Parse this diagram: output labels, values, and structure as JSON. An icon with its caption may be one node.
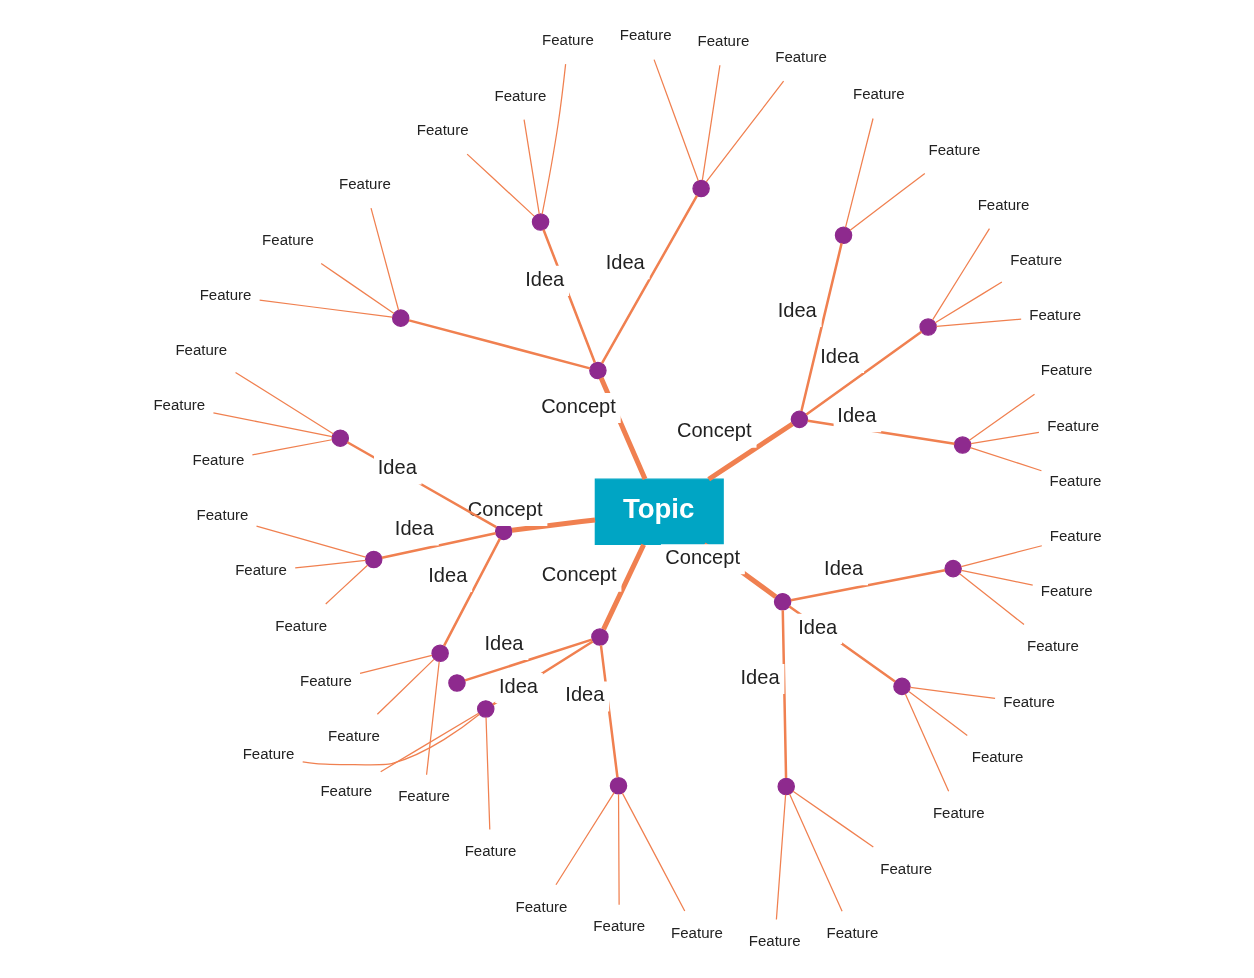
{
  "diagram": {
    "nodes": [
      {
        "text": [
          "Topic"
        ]
      },
      {
        "text": [],
        "shape": "circle"
      },
      {
        "text": [],
        "shape": "circle"
      },
      {
        "text": [],
        "shape": "circle"
      },
      {
        "text": [],
        "shape": "circle"
      },
      {
        "text": [],
        "shape": "circle"
      },
      {
        "text": [],
        "shape": "circle"
      },
      {
        "text": [],
        "shape": "circle"
      },
      {
        "text": [],
        "shape": "circle"
      },
      {
        "text": [],
        "shape": "circle"
      },
      {
        "text": [],
        "shape": "circle"
      },
      {
        "text": [],
        "shape": "circle"
      },
      {
        "text": [],
        "shape": "circle"
      },
      {
        "text": [],
        "shape": "circle"
      },
      {
        "text": [],
        "shape": "circle"
      },
      {
        "text": [],
        "shape": "circle"
      },
      {
        "text": [],
        "shape": "circle"
      },
      {
        "text": [],
        "shape": "circle"
      },
      {
        "text": [],
        "shape": "circle"
      },
      {
        "text": [],
        "shape": "circle"
      },
      {
        "text": [],
        "shape": "circle"
      },
      {
        "text": [
          "Feature"
        ]
      },
      {
        "text": [
          "Feature"
        ]
      },
      {
        "text": [
          "Feature"
        ]
      },
      {
        "text": [
          "Feature"
        ]
      },
      {
        "text": [
          "Feature"
        ]
      },
      {
        "text": [
          "Feature"
        ]
      },
      {
        "text": [
          "Feature"
        ]
      },
      {
        "text": [
          "Feature"
        ]
      },
      {
        "text": [
          "Feature"
        ]
      },
      {
        "text": [
          "Feature"
        ]
      },
      {
        "text": [
          "Feature"
        ]
      },
      {
        "text": [
          "Feature"
        ]
      },
      {
        "text": [
          "Feature"
        ]
      },
      {
        "text": [
          "Feature"
        ]
      },
      {
        "text": [
          "Feature"
        ]
      },
      {
        "text": [
          "Feature"
        ]
      },
      {
        "text": [
          "Feature"
        ]
      },
      {
        "text": [
          "Feature"
        ]
      },
      {
        "text": [
          "Feature"
        ]
      },
      {
        "text": [
          "Feature"
        ]
      },
      {
        "text": [
          "Feature"
        ]
      },
      {
        "text": [
          "Feature"
        ]
      },
      {
        "text": [
          "Feature"
        ]
      },
      {
        "text": [
          "Feature"
        ]
      },
      {
        "text": [
          "Feature"
        ]
      },
      {
        "text": [
          "Feature"
        ]
      },
      {
        "text": [
          "Feature"
        ]
      },
      {
        "text": [
          "Feature"
        ]
      },
      {
        "text": [
          "Feature"
        ]
      },
      {
        "text": [
          "Feature"
        ]
      },
      {
        "text": [
          "Feature"
        ]
      },
      {
        "text": [
          "Feature"
        ]
      },
      {
        "text": [
          "Feature"
        ]
      },
      {
        "text": [
          "Feature"
        ]
      },
      {
        "text": [
          "Feature"
        ]
      },
      {
        "text": [
          "Feature"
        ]
      },
      {
        "text": [
          "Feature"
        ]
      },
      {
        "text": [
          "Feature"
        ]
      },
      {
        "text": [
          "Feature"
        ]
      },
      {
        "text": [
          "Feature"
        ]
      },
      {
        "text": [
          "Feature"
        ]
      }
    ],
    "edges": [
      {
        "from": 0,
        "to": 1,
        "arrow": "none",
        "label": "Concept",
        "style": "thick"
      },
      {
        "from": 0,
        "to": 2,
        "arrow": "none",
        "label": "Concept",
        "style": "thick"
      },
      {
        "from": 0,
        "to": 3,
        "arrow": "none",
        "label": "Concept",
        "style": "thick"
      },
      {
        "from": 0,
        "to": 4,
        "arrow": "none",
        "label": "Concept",
        "style": "thick"
      },
      {
        "from": 0,
        "to": 5,
        "arrow": "none",
        "label": "Concept",
        "style": "thick"
      },
      {
        "from": 1,
        "to": 6,
        "arrow": "none",
        "label": "Idea"
      },
      {
        "from": 1,
        "to": 7,
        "arrow": "none",
        "label": "Idea"
      },
      {
        "from": 1,
        "to": 8,
        "arrow": "none",
        "label": "Idea"
      },
      {
        "from": 2,
        "to": 9,
        "arrow": "none",
        "label": "Idea"
      },
      {
        "from": 2,
        "to": 10,
        "arrow": "none",
        "label": "Idea"
      },
      {
        "from": 2,
        "to": 11,
        "arrow": "none"
      },
      {
        "from": 3,
        "to": 12,
        "arrow": "none",
        "label": "Idea"
      },
      {
        "from": 3,
        "to": 13,
        "arrow": "none",
        "label": "Idea"
      },
      {
        "from": 3,
        "to": 14,
        "arrow": "none",
        "label": "Idea"
      },
      {
        "from": 4,
        "to": 15,
        "arrow": "none",
        "label": "Idea"
      },
      {
        "from": 4,
        "to": 16,
        "arrow": "none",
        "label": "Idea"
      },
      {
        "from": 4,
        "to": 17,
        "arrow": "none",
        "label": "Idea"
      },
      {
        "from": 5,
        "to": 18,
        "arrow": "none",
        "label": "Idea"
      },
      {
        "from": 5,
        "to": 19,
        "arrow": "none",
        "label": "Idea"
      },
      {
        "from": 5,
        "to": 20,
        "arrow": "none",
        "label": "Idea"
      },
      {
        "from": 6,
        "to": 21,
        "arrow": "none"
      },
      {
        "from": 6,
        "to": 22,
        "arrow": "none"
      },
      {
        "from": 6,
        "to": 23,
        "arrow": "none"
      },
      {
        "from": 7,
        "to": 24,
        "arrow": "none"
      },
      {
        "from": 7,
        "to": 25,
        "arrow": "none"
      },
      {
        "from": 7,
        "to": 26,
        "arrow": "none"
      },
      {
        "from": 8,
        "to": 27,
        "arrow": "none"
      },
      {
        "from": 8,
        "to": 28,
        "arrow": "none"
      },
      {
        "from": 9,
        "to": 29,
        "arrow": "none"
      },
      {
        "from": 9,
        "to": 30,
        "arrow": "none"
      },
      {
        "from": 9,
        "to": 31,
        "arrow": "none"
      },
      {
        "from": 10,
        "to": 32,
        "arrow": "none"
      },
      {
        "from": 10,
        "to": 33,
        "arrow": "none"
      },
      {
        "from": 10,
        "to": 34,
        "arrow": "none"
      },
      {
        "from": 11,
        "to": 35,
        "arrow": "none"
      },
      {
        "from": 11,
        "to": 36,
        "arrow": "none"
      },
      {
        "from": 11,
        "to": 37,
        "arrow": "none"
      },
      {
        "from": 12,
        "to": 38,
        "arrow": "none"
      },
      {
        "from": 12,
        "to": 39,
        "arrow": "none"
      },
      {
        "from": 12,
        "to": 40,
        "arrow": "none"
      },
      {
        "from": 13,
        "to": 41,
        "arrow": "none"
      },
      {
        "from": 13,
        "to": 42,
        "arrow": "none"
      },
      {
        "from": 13,
        "to": 43,
        "arrow": "none"
      },
      {
        "from": 14,
        "to": 44,
        "arrow": "none"
      },
      {
        "from": 14,
        "to": 45,
        "arrow": "none"
      },
      {
        "from": 14,
        "to": 46,
        "arrow": "none"
      },
      {
        "from": 16,
        "to": 47,
        "arrow": "none"
      },
      {
        "from": 16,
        "to": 48,
        "arrow": "none"
      },
      {
        "from": 16,
        "to": 49,
        "arrow": "none"
      },
      {
        "from": 17,
        "to": 50,
        "arrow": "none"
      },
      {
        "from": 17,
        "to": 51,
        "arrow": "none"
      },
      {
        "from": 17,
        "to": 52,
        "arrow": "none"
      },
      {
        "from": 18,
        "to": 53,
        "arrow": "none"
      },
      {
        "from": 18,
        "to": 54,
        "arrow": "none"
      },
      {
        "from": 18,
        "to": 55,
        "arrow": "none"
      },
      {
        "from": 19,
        "to": 56,
        "arrow": "none"
      },
      {
        "from": 19,
        "to": 57,
        "arrow": "none"
      },
      {
        "from": 19,
        "to": 58,
        "arrow": "none"
      },
      {
        "from": 20,
        "to": 59,
        "arrow": "none"
      },
      {
        "from": 20,
        "to": 60,
        "arrow": "none"
      },
      {
        "from": 20,
        "to": 61,
        "arrow": "none"
      }
    ]
  }
}
